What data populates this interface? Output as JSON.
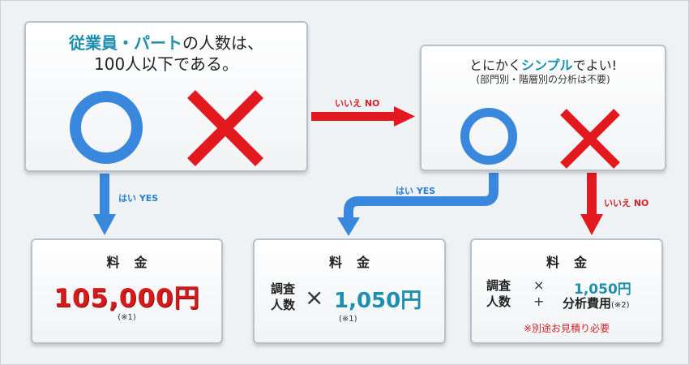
{
  "question1": {
    "line1_highlight": "従業員・パート",
    "line1_rest": "の人数は、",
    "line2": "100人以下である。",
    "yes_symbol": "circle-icon",
    "no_symbol": "cross-icon"
  },
  "question2": {
    "line1_prefix": "とにかく",
    "line1_highlight": "シンプル",
    "line1_suffix": "でよい!",
    "line2": "(部門別・階層別の分析は不要)",
    "yes_symbol": "circle-icon",
    "no_symbol": "cross-icon"
  },
  "arrows": {
    "q1_yes": "はい YES",
    "q1_no": "いいえ NO",
    "q2_yes": "はい YES",
    "q2_no": "いいえ NO"
  },
  "result1": {
    "title": "料金",
    "price": "105,000円",
    "note": "(※1)"
  },
  "result2": {
    "title": "料金",
    "label_line1": "調査",
    "label_line2": "人数",
    "operator": "×",
    "price": "1,050円",
    "note": "(※1)"
  },
  "result3": {
    "title": "料金",
    "label_line1": "調査",
    "label_line2": "人数",
    "operator_times": "×",
    "operator_plus": "+",
    "price": "1,050円",
    "cost": "分析費用",
    "cost_note": "(※2)",
    "extra_note": "※別途お見積り必要"
  },
  "colors": {
    "accent_teal": "#1f8fb0",
    "yes_blue": "#3a88de",
    "no_red": "#e2191f"
  }
}
